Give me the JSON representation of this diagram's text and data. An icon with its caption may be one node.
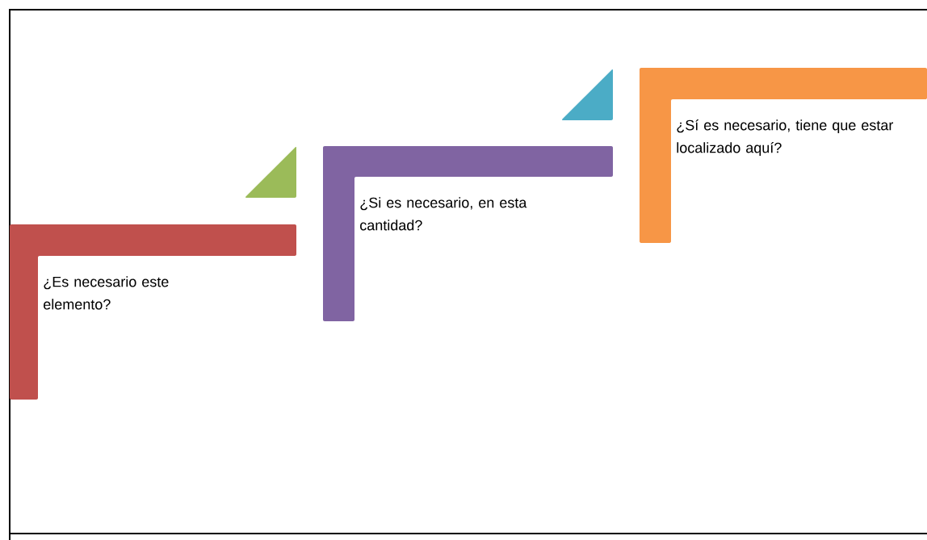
{
  "diagram": {
    "nodes": [
      {
        "text": [
          "¿Es necesario este elemento?"
        ]
      },
      {
        "text": [],
        "shape": "triangle"
      },
      {
        "text": [
          "¿Si es necesario, en esta cantidad?"
        ]
      },
      {
        "text": [],
        "shape": "triangle"
      },
      {
        "text": [
          "¿Sí es necesario, tiene que estar localizado aquí?"
        ]
      }
    ],
    "edges": []
  }
}
